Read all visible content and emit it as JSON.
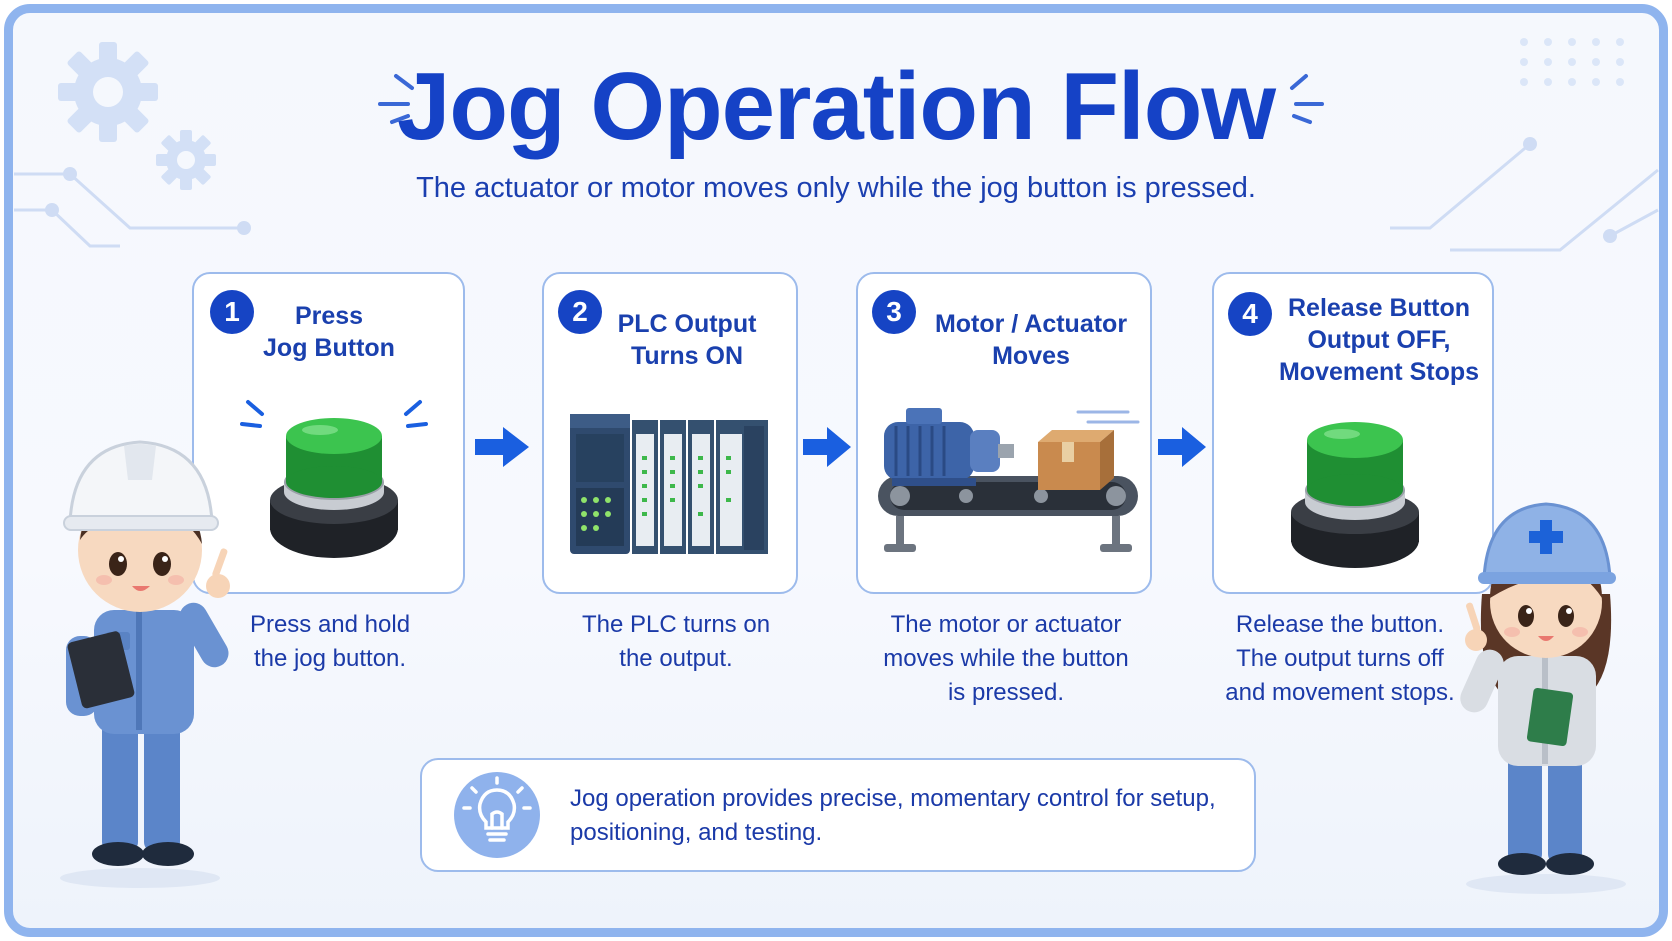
{
  "title": "Jog Operation Flow",
  "subtitle": "The actuator or motor moves only while the jog button is pressed.",
  "steps": [
    {
      "number": "1",
      "title": "Press\nJog Button",
      "description": "Press and hold\nthe jog button.",
      "illustration": "green-push-button"
    },
    {
      "number": "2",
      "title": "PLC Output\nTurns ON",
      "description": "The PLC turns on\nthe output.",
      "illustration": "plc-rack"
    },
    {
      "number": "3",
      "title": "Motor / Actuator\nMoves",
      "description": "The motor or actuator\nmoves while the button\nis pressed.",
      "illustration": "motor-conveyor"
    },
    {
      "number": "4",
      "title": "Release Button\nOutput OFF,\nMovement Stops",
      "description": "Release the button.\nThe output turns off\nand movement stops.",
      "illustration": "green-push-button"
    }
  ],
  "tip": {
    "icon": "lightbulb-icon",
    "text": "Jog operation provides precise, momentary control for setup, positioning, and testing."
  },
  "colors": {
    "primary": "#1644c4",
    "card_border": "#9dbbec",
    "arrow": "#1a5fe0",
    "button_green": "#25a33a",
    "frame": "#8fb4ee"
  }
}
